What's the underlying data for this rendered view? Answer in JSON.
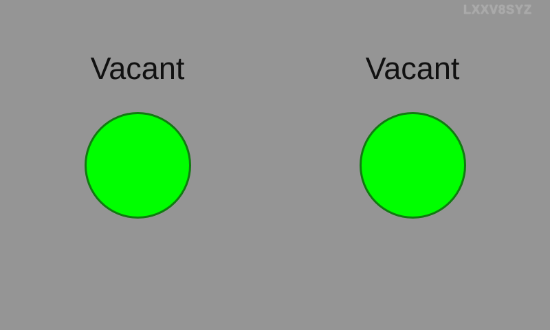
{
  "watermark": "LXXV8SYZ",
  "slots": [
    {
      "status": "Vacant",
      "indicator_color": "#00ff00",
      "indicator_border_color": "#117a11"
    },
    {
      "status": "Vacant",
      "indicator_color": "#00ff00",
      "indicator_border_color": "#117a11"
    }
  ],
  "colors": {
    "background": "#959595",
    "text": "#111111"
  }
}
